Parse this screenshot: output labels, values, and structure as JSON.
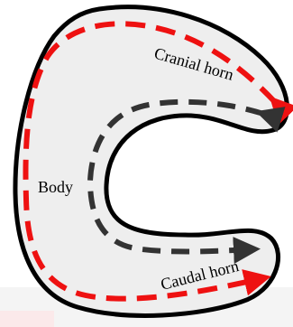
{
  "labels": {
    "cranial": "Cranial horn",
    "body": "Body",
    "caudal": "Caudal horn"
  },
  "colors": {
    "shape_fill": "#eeeeee",
    "shape_outline": "#000000",
    "outer_arrow": "#ee1111",
    "inner_arrow": "#333333",
    "background_block": "#f4f4f4"
  },
  "icons": {
    "outer": "dashed-arrow-icon",
    "inner": "dashed-arrow-icon"
  }
}
